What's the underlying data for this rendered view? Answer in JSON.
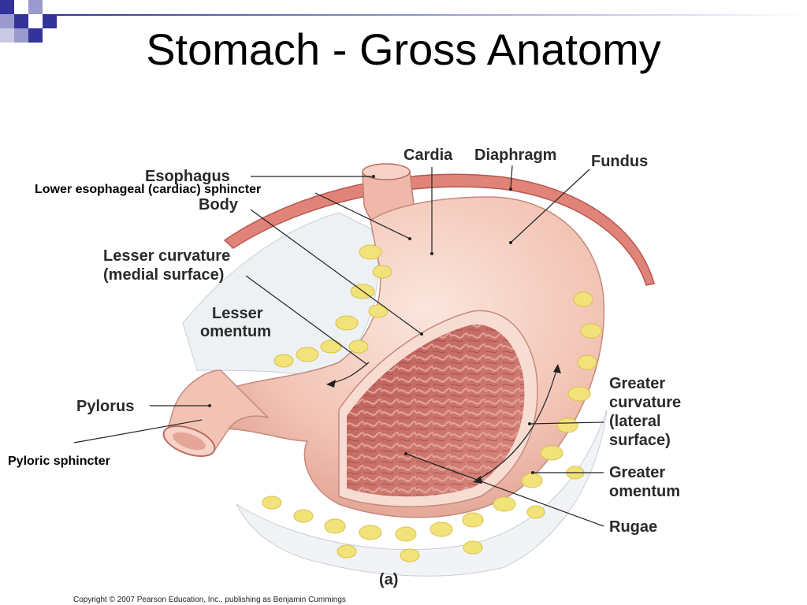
{
  "slide": {
    "title": "Stomach - Gross Anatomy"
  },
  "diagram": {
    "labels": {
      "esophagus": "Esophagus",
      "lower_sphincter": "Lower esophageal (cardiac) sphincter",
      "body": "Body",
      "cardia": "Cardia",
      "diaphragm": "Diaphragm",
      "fundus": "Fundus",
      "lesser_curvature_1": "Lesser curvature",
      "lesser_curvature_2": "(medial surface)",
      "lesser_omentum_1": "Lesser",
      "lesser_omentum_2": "omentum",
      "pylorus": "Pylorus",
      "pyloric_sphincter": "Pyloric sphincter",
      "greater_curvature_1": "Greater",
      "greater_curvature_2": "curvature",
      "greater_curvature_3": "(lateral",
      "greater_curvature_4": "surface)",
      "greater_omentum_1": "Greater",
      "greater_omentum_2": "omentum",
      "rugae": "Rugae",
      "panel": "(a)"
    },
    "copyright": "Copyright © 2007 Pearson Education, Inc., publishing as Benjamin Cummings"
  },
  "colors": {
    "accent_dark": "#33339a",
    "accent_light": "#9a9acd",
    "stomach": "#f3c7b9",
    "rugae": "#c8736a",
    "fat": "#f2e27a",
    "diaphragm": "#e0847a"
  }
}
